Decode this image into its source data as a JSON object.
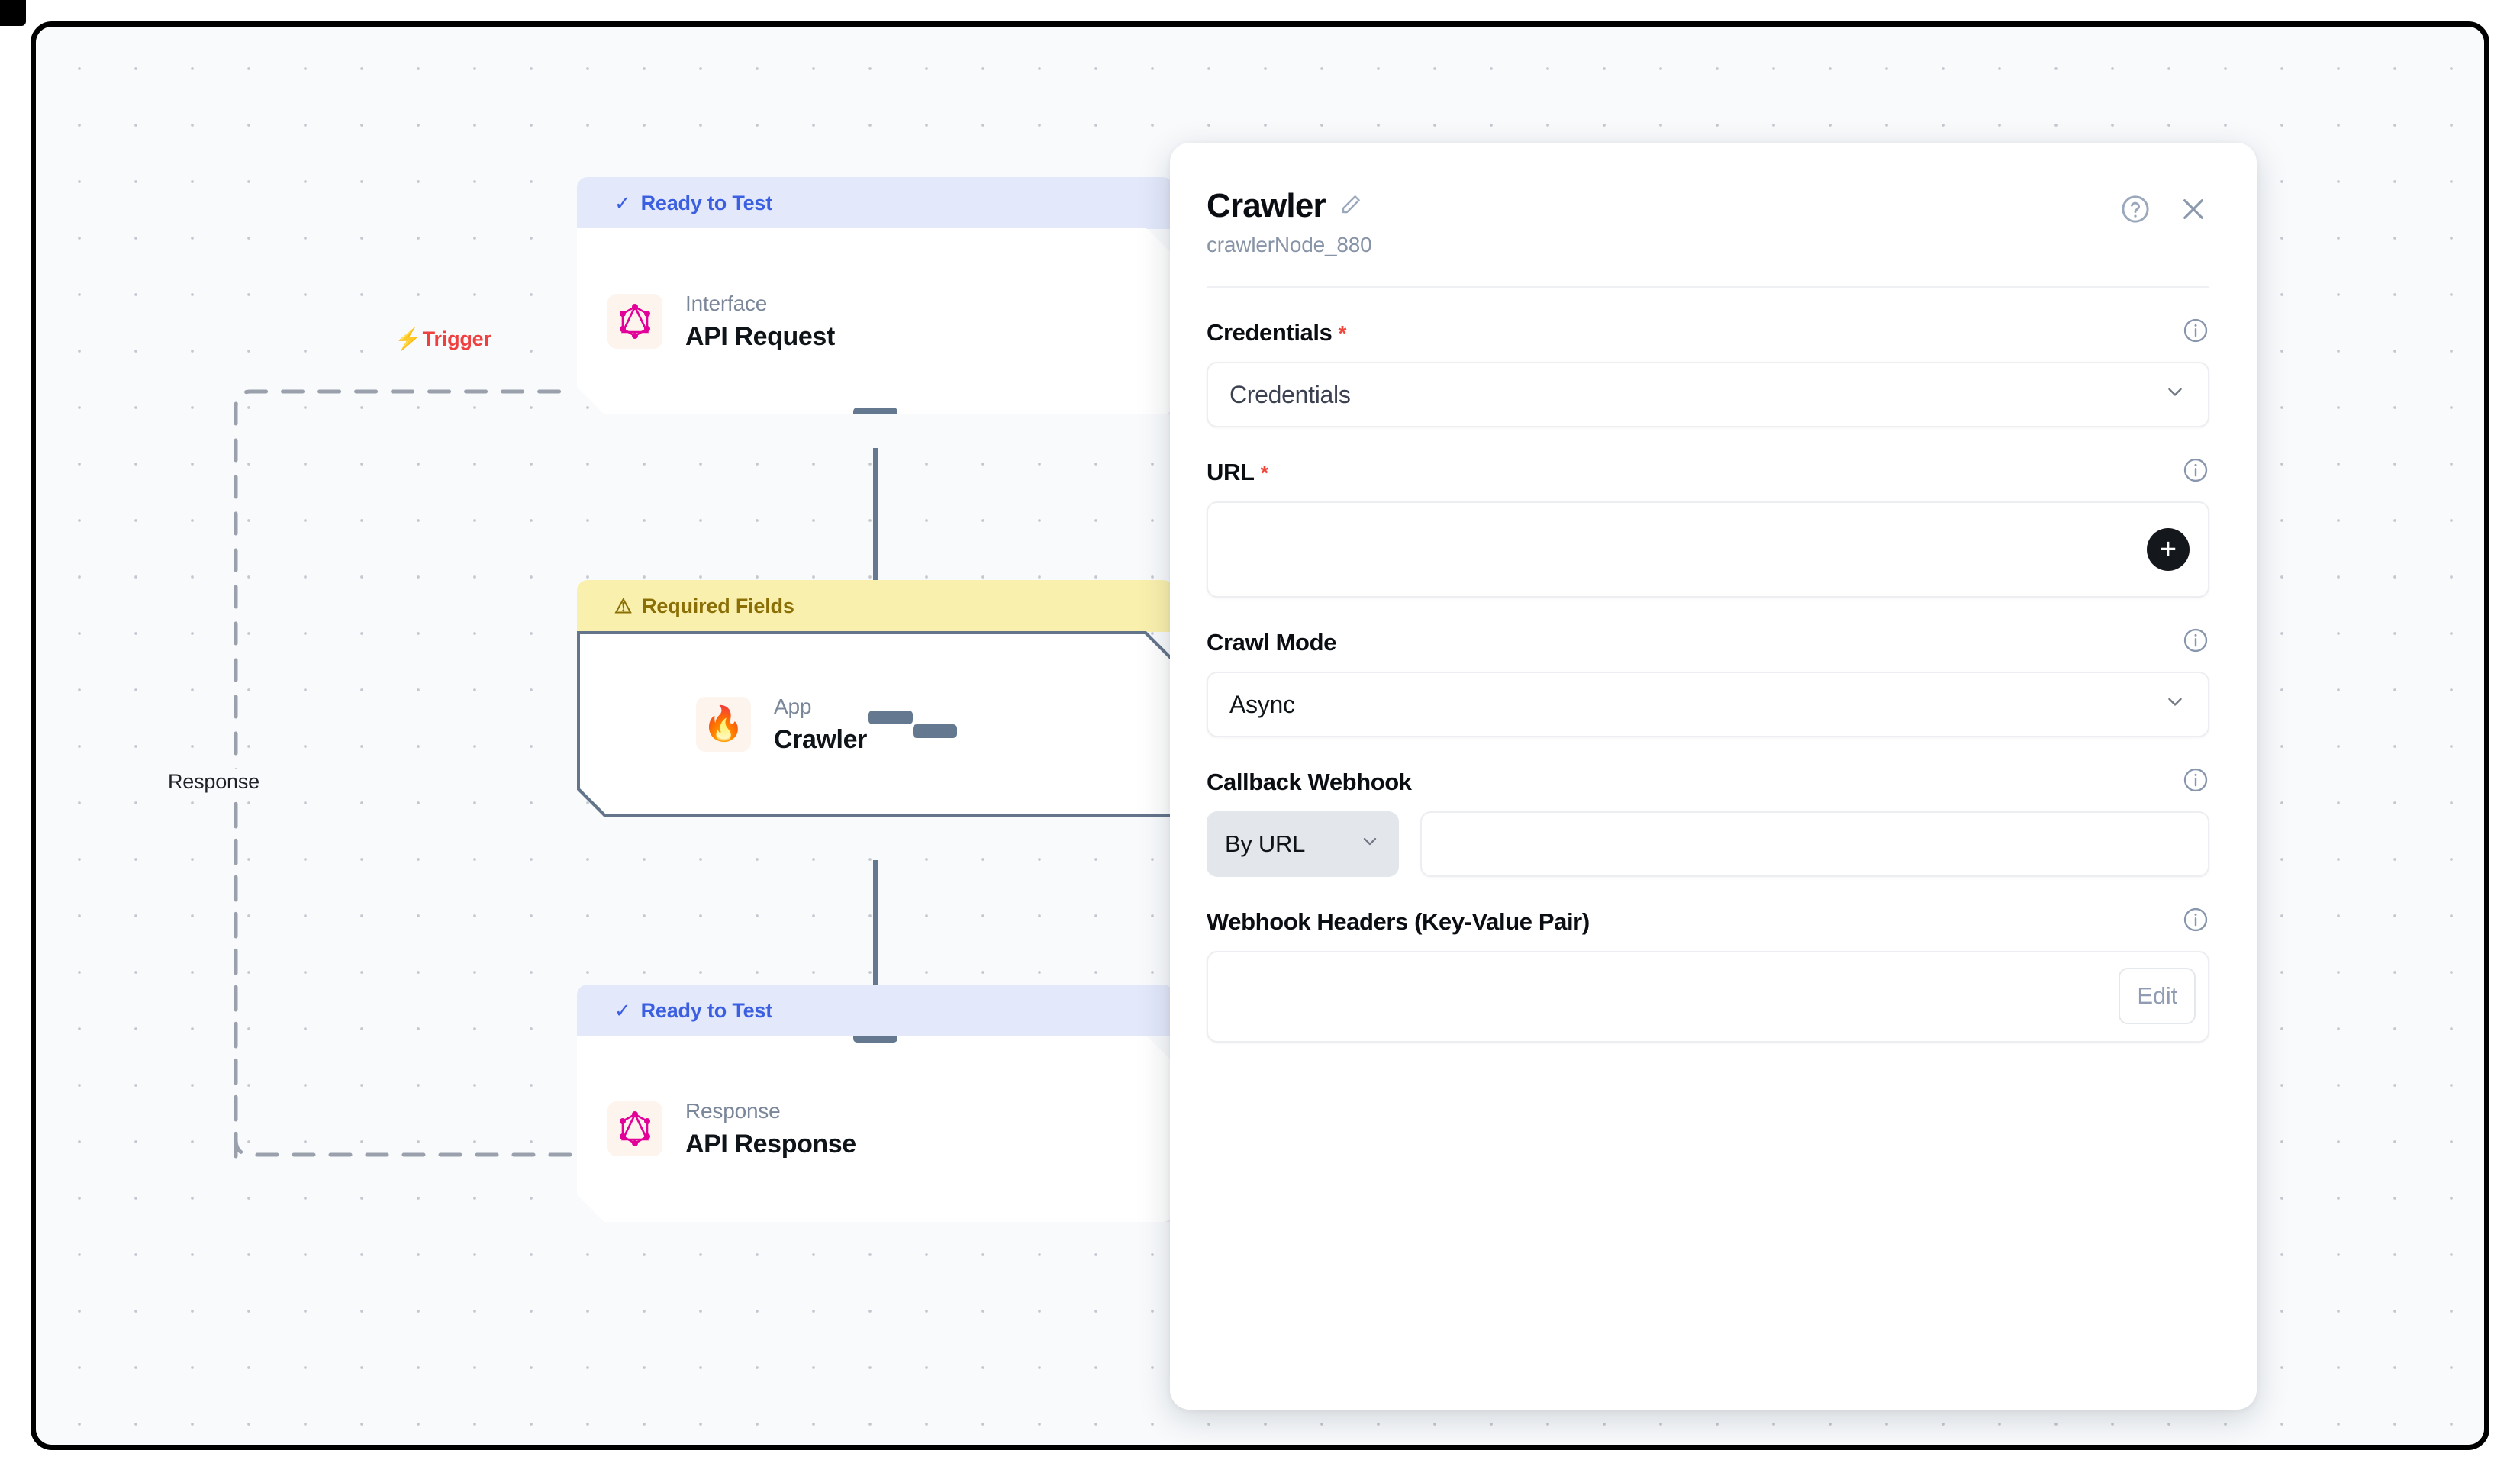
{
  "canvas": {
    "edges": [
      {
        "id": "trigger",
        "label": "Trigger",
        "icon": "lightning-bolt-icon",
        "color": "#ef4040"
      },
      {
        "id": "response",
        "label": "Response",
        "icon": "",
        "color": "#1f2328"
      }
    ]
  },
  "nodes": [
    {
      "id": "api-request",
      "status_label": "Ready to Test",
      "status_icon": "check-icon",
      "status_type": "ready",
      "kind": "Interface",
      "title": "API Request",
      "icon": "graphql-icon",
      "selected": false
    },
    {
      "id": "crawler",
      "status_label": "Required Fields",
      "status_icon": "warning-triangle-icon",
      "status_type": "required",
      "kind": "App",
      "title": "Crawler",
      "icon": "fire-icon",
      "selected": true
    },
    {
      "id": "api-response",
      "status_label": "Ready to Test",
      "status_icon": "check-icon",
      "status_type": "ready",
      "kind": "Response",
      "title": "API Response",
      "icon": "graphql-icon",
      "selected": false
    }
  ],
  "panel": {
    "title": "Crawler",
    "node_id": "crawlerNode_880",
    "edit_title_icon": "pencil-icon",
    "help_icon": "question-circle-icon",
    "close_icon": "close-icon",
    "fields": {
      "credentials": {
        "label": "Credentials",
        "required_marker": "*",
        "value": "Credentials",
        "info_icon": "info-icon",
        "chevron_icon": "chevron-down-icon"
      },
      "url": {
        "label": "URL",
        "required_marker": "*",
        "value": "",
        "info_icon": "info-icon",
        "add_button_label": "+"
      },
      "crawl_mode": {
        "label": "Crawl Mode",
        "value": "Async",
        "info_icon": "info-icon",
        "chevron_icon": "chevron-down-icon"
      },
      "callback_webhook": {
        "label": "Callback Webhook",
        "mode_value": "By URL",
        "url_value": "",
        "info_icon": "info-icon",
        "chevron_icon": "chevron-down-icon"
      },
      "webhook_headers": {
        "label": "Webhook Headers (Key-Value Pair)",
        "value": "",
        "edit_label": "Edit",
        "info_icon": "info-icon"
      }
    }
  },
  "colors": {
    "accent_blue": "#3b5fe0",
    "warn_yellow": "#faf0ad",
    "warn_text": "#8a6f07",
    "required_red": "#f0453a",
    "trigger_red": "#ef4040",
    "selected_border": "#64748b"
  }
}
